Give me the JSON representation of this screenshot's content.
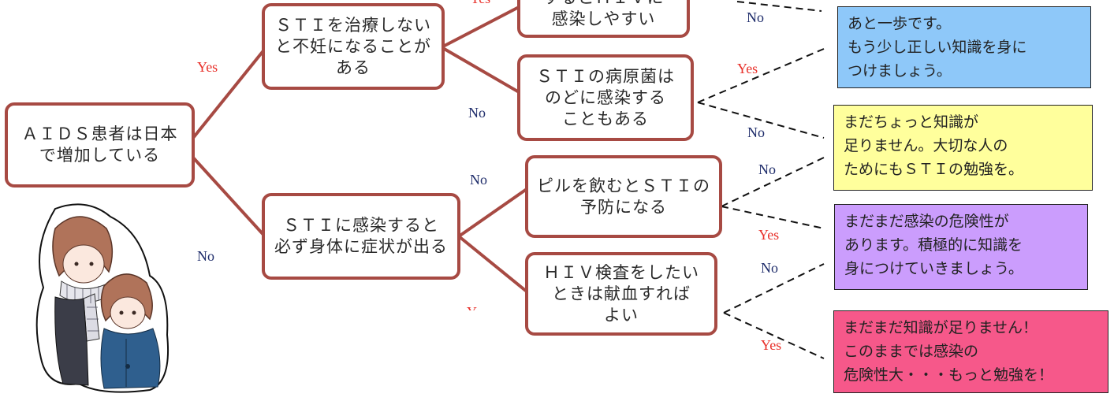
{
  "colors": {
    "node_border": "#a74a43",
    "yes": "#e8302a",
    "no": "#1f2d6b",
    "result_blue": "#8ec8f9",
    "result_yellow": "#ffff9c",
    "result_purple": "#cb9dfd",
    "result_pink": "#f6588a"
  },
  "questions": {
    "q1": "ＡＩＤＳ患者は日本\nで増加している",
    "q2": "ＳＴＩを治療しない\nと不妊になることが\nある",
    "q3": "ＳＴＩに感染すると\n必ず身体に症状が出る",
    "q4": "するとＨＩＶに\n感染しやすい",
    "q5": "ＳＴＩの病原菌は\nのどに感染する\nこともある",
    "q6": "ピルを飲むとＳＴＩの\n予防になる",
    "q7": "ＨＩＶ検査をしたい\nときは献血すれば\nよい"
  },
  "results": {
    "r1": "あと一歩です。\nもう少し正しい知識を身に\nつけましょう。",
    "r2": "まだちょっと知識が\n足りません。大切な人の\nためにもＳＴＩの勉強を。",
    "r3": "まだまだ感染の危険性が\nあります。積極的に知識を\n身につけていきましょう。",
    "r4": "まだまだ知識が足りません！\nこのままでは感染の\n危険性大・・・もっと勉強を！"
  },
  "labels": {
    "yes": "Yes",
    "no": "No"
  },
  "illustration": "couple-illustration"
}
